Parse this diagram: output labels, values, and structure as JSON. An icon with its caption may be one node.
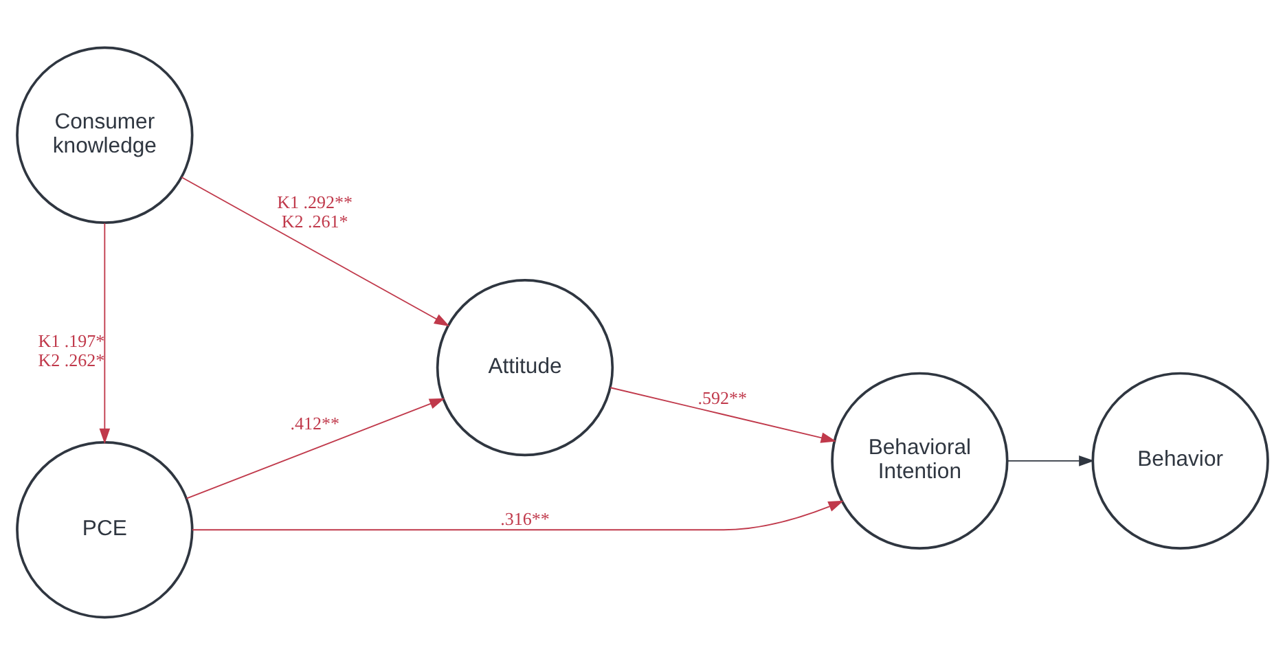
{
  "diagram": {
    "nodes": [
      {
        "text": [
          "Consumer knowledge"
        ]
      },
      {
        "text": [
          "PCE"
        ]
      },
      {
        "text": [
          "Attitude"
        ]
      },
      {
        "text": [
          "Behavioral Intention"
        ]
      },
      {
        "text": [
          "Behavior"
        ]
      }
    ],
    "edges": [
      {
        "from": 0,
        "to": 1,
        "arrow": "to",
        "label": "K1 .197* K2 .262*"
      },
      {
        "from": 0,
        "to": 2,
        "arrow": "to",
        "label": "K1 .292** K2 .261*"
      },
      {
        "from": 1,
        "to": 2,
        "arrow": "to",
        "label": ".412**"
      },
      {
        "from": 2,
        "to": 3,
        "arrow": "to",
        "label": ".592**"
      },
      {
        "from": 1,
        "to": 3,
        "arrow": "to",
        "label": ".316**"
      },
      {
        "from": 3,
        "to": 4,
        "arrow": "to",
        "color": "#2f3640"
      }
    ]
  }
}
